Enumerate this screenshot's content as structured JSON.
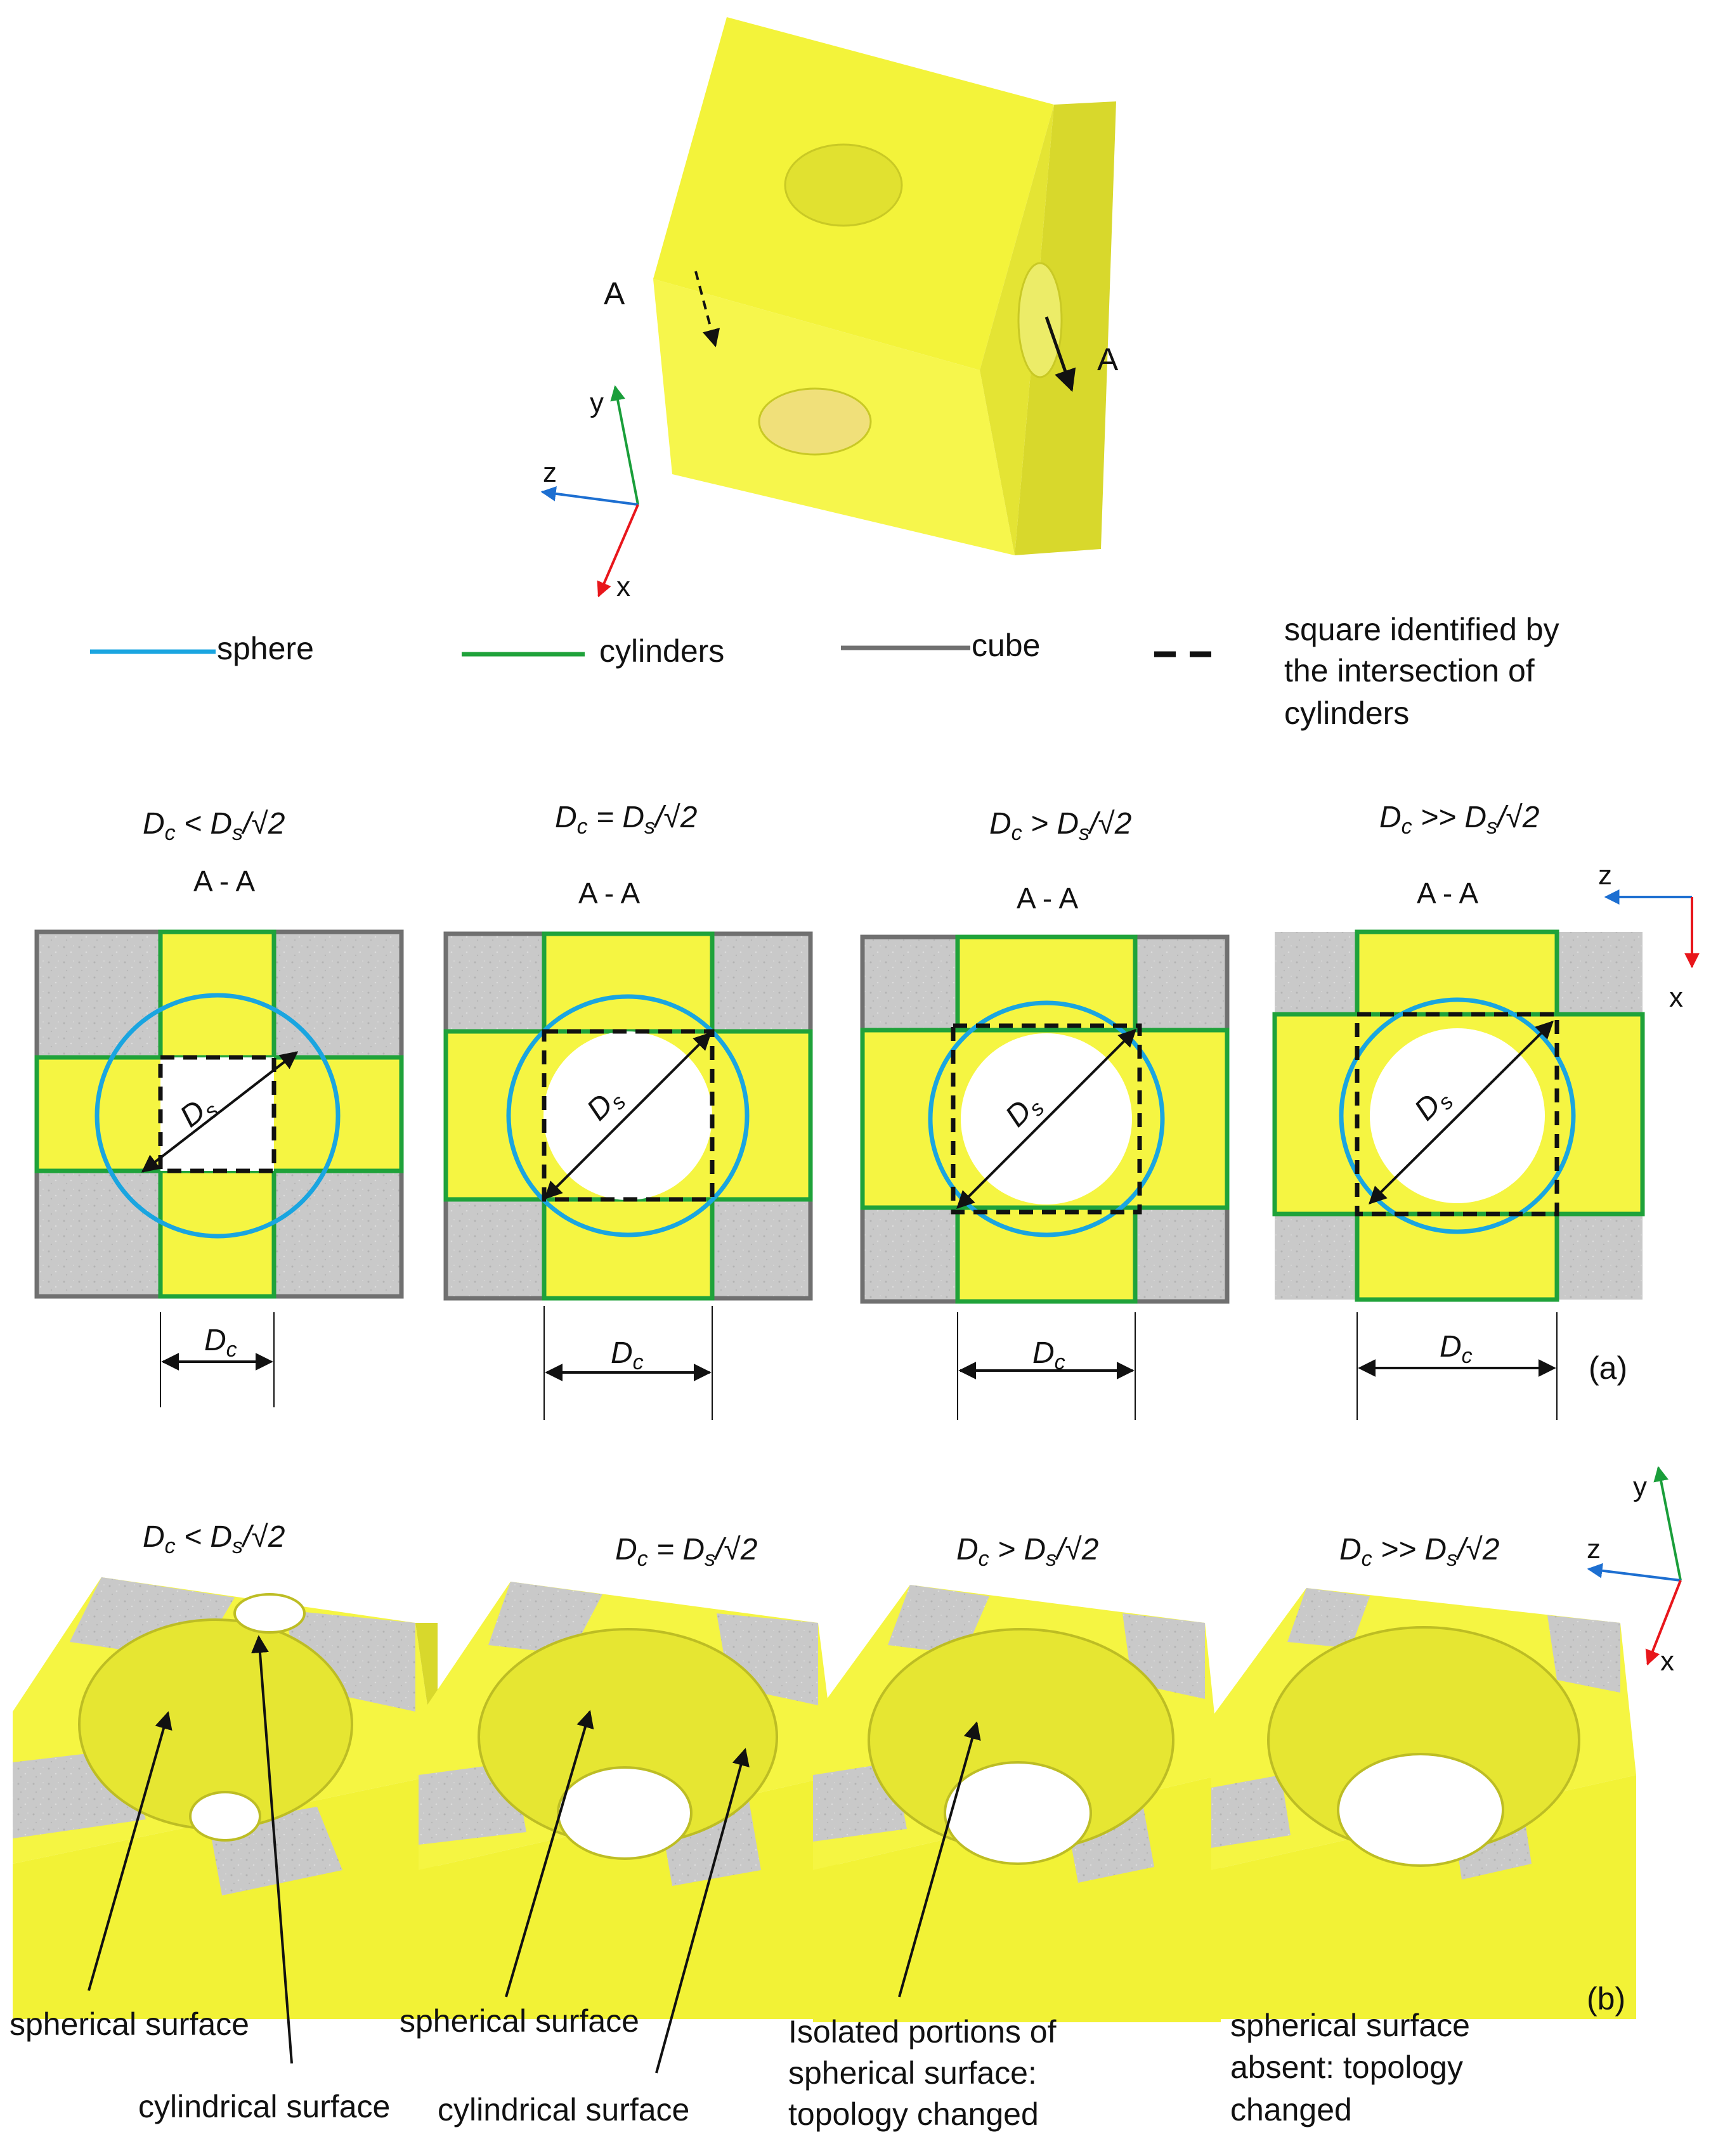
{
  "colors": {
    "sphere": "#1aa5e0",
    "cylinders": "#1fa23a",
    "cube": "#707070",
    "yellow": "#f5f542",
    "yellow_dark": "#d8d82c",
    "gray": "#c9c9c9",
    "axis_x": "#e8161b",
    "axis_y": "#1a9e3a",
    "axis_z": "#1d6fd1"
  },
  "top_cube": {
    "section_mark": "A"
  },
  "axes": {
    "x": "x",
    "y": "y",
    "z": "z"
  },
  "legend": {
    "sphere": "sphere",
    "cylinders": "cylinders",
    "cube": "cube",
    "square_line1": "square identified by",
    "square_line2": "the intersection of",
    "square_line3": "cylinders"
  },
  "conditions": [
    {
      "d": "D",
      "c": "c",
      "op": " < D",
      "s": "s",
      "rest": "/√2"
    },
    {
      "d": "D",
      "c": "c",
      "op": " = D",
      "s": "s",
      "rest": "/√2"
    },
    {
      "d": "D",
      "c": "c",
      "op": " > D",
      "s": "s",
      "rest": "/√2"
    },
    {
      "d": "D",
      "c": "c",
      "op": " >> D",
      "s": "s",
      "rest": "/√2"
    }
  ],
  "section_label": "A - A",
  "ds_label": {
    "d": "D",
    "s": "s"
  },
  "dc_label": {
    "d": "D",
    "c": "c"
  },
  "panel_a": "(a)",
  "panel_b": "(b)",
  "annotations_b": {
    "spherical": "spherical surface",
    "cylindrical": "cylindrical surface",
    "isolated_line1": "Isolated portions of",
    "isolated_line2": "spherical surface:",
    "isolated_line3": "topology changed",
    "absent_line1": "spherical surface",
    "absent_line2": "absent: topology",
    "absent_line3": "changed"
  }
}
